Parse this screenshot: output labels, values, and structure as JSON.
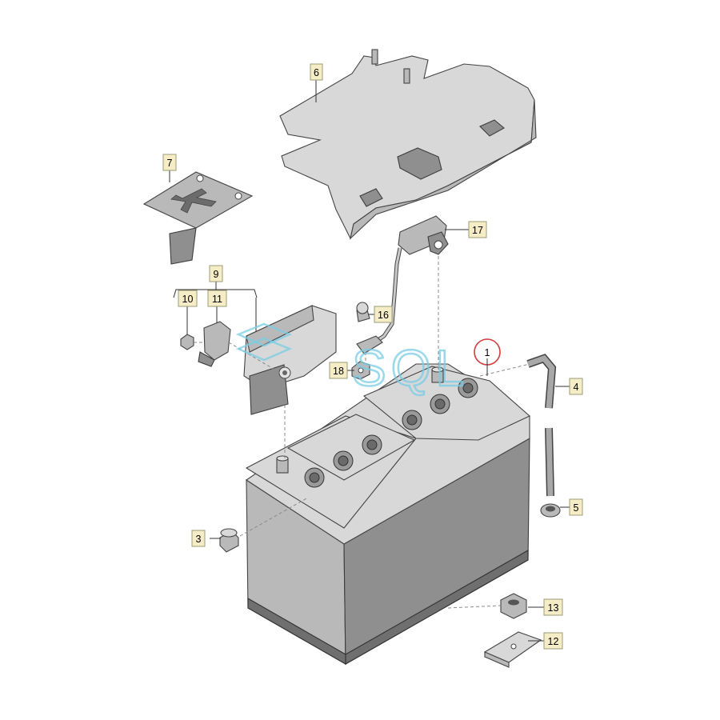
{
  "watermark": {
    "text": "SQL"
  },
  "callouts": [
    {
      "id": "c1",
      "label": "1"
    },
    {
      "id": "c3",
      "label": "3"
    },
    {
      "id": "c4",
      "label": "4"
    },
    {
      "id": "c5",
      "label": "5"
    },
    {
      "id": "c6",
      "label": "6"
    },
    {
      "id": "c7",
      "label": "7"
    },
    {
      "id": "c9",
      "label": "9"
    },
    {
      "id": "c10",
      "label": "10"
    },
    {
      "id": "c11",
      "label": "11"
    },
    {
      "id": "c12",
      "label": "12"
    },
    {
      "id": "c13",
      "label": "13"
    },
    {
      "id": "c16",
      "label": "16"
    },
    {
      "id": "c17",
      "label": "17"
    },
    {
      "id": "c18",
      "label": "18"
    }
  ],
  "colors": {
    "callout_fill": "#f6ecc6",
    "highlight_circle": "#d23c3c",
    "watermark": "#79cde6"
  }
}
